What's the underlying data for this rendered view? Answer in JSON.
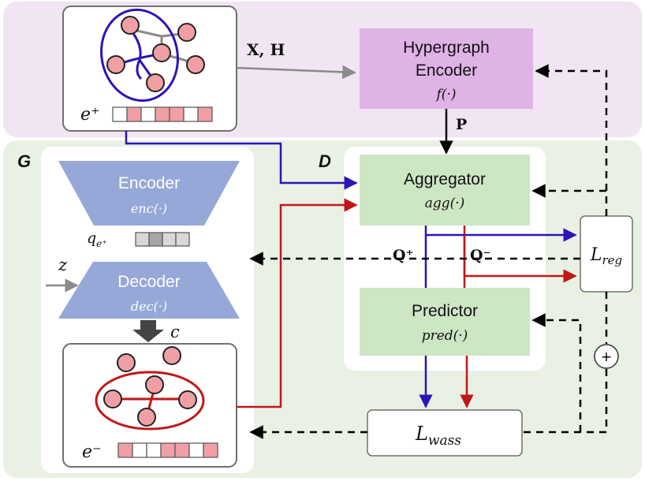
{
  "regions": {
    "top_label": "",
    "generator_label": "G",
    "discriminator_label": "D"
  },
  "inputs": {
    "xh_label": "X, H",
    "p_label": "P",
    "e_plus_label": "e⁺",
    "e_minus_label": "e⁻",
    "z_label": "z",
    "c_label": "c",
    "q_label": "q",
    "q_sub": "e⁺"
  },
  "boxes": {
    "hypergraph_encoder": {
      "title_line1": "Hypergraph",
      "title_line2": "Encoder",
      "func": "f(·)"
    },
    "encoder": {
      "title": "Encoder",
      "func": "enc(·)"
    },
    "decoder": {
      "title": "Decoder",
      "func": "dec(·)"
    },
    "aggregator": {
      "title": "Aggregator",
      "func": "agg(·)"
    },
    "predictor": {
      "title": "Predictor",
      "func": "pred(·)"
    },
    "l_reg": {
      "main": "L",
      "sub": "reg"
    },
    "l_wass": {
      "main": "L",
      "sub": "wass"
    }
  },
  "flows": {
    "q_plus": "Q⁺",
    "q_minus": "Q⁻",
    "plus_symbol": "+"
  },
  "colors": {
    "top_bg": "#f1e4f3",
    "bottom_bg": "#e8f1e3",
    "hypergraph_box": "#dfb3e5",
    "agg_box": "#cde6c4",
    "gen_shape": "#95a8d8",
    "node": "#f0a0a5",
    "blue": "#2a16b5",
    "red": "#c01818",
    "gray_arrow": "#8a8a8a"
  },
  "cells": {
    "e_plus": [
      "empty",
      "pink",
      "empty",
      "pink",
      "pink",
      "empty",
      "pink"
    ],
    "q": [
      "light",
      "dark",
      "light",
      "light"
    ],
    "e_minus": [
      "pink",
      "empty",
      "empty",
      "pink",
      "pink",
      "empty",
      "pink"
    ]
  }
}
